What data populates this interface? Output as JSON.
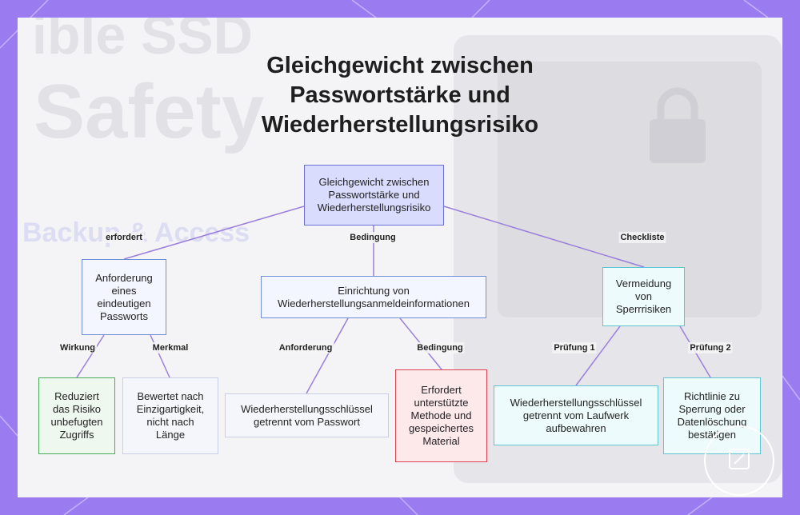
{
  "title": "Gleichgewicht zwischen Passwortstärke und Wiederherstellungsrisiko",
  "background_text": [
    "ible SSD",
    "Safety",
    "Backup & Access"
  ],
  "colors": {
    "frame": "#9a7cf0",
    "edge": "#9b7fdc",
    "root_fill": "#d9dcfc",
    "root_border": "#6b6fd6",
    "blue_fill": "#f3f6fe",
    "blue_border": "#6f8fd8",
    "cyan_fill": "#eefbfd",
    "cyan_border": "#5ec5d4",
    "green_fill": "#eef8ee",
    "green_border": "#4aab5a",
    "red_fill": "#fde8ea",
    "red_border": "#d9434f",
    "gray_fill": "#f5f6fb",
    "gray_border": "#c9cde6"
  },
  "nodes": {
    "root": "Gleichgewicht zwischen Passwortstärke und Wiederherstellungsrisiko",
    "left": "Anforderung eines eindeutigen Passworts",
    "middle": "Einrichtung von Wiederherstellungsanmeldeinformationen",
    "right": "Vermeidung von Sperrrisiken",
    "left_a": "Reduziert das Risiko unbefugten Zugriffs",
    "left_b": "Bewertet nach Einzigartigkeit, nicht nach Länge",
    "mid_a": "Wiederherstellungsschlüssel getrennt vom Passwort",
    "mid_b": "Erfordert unterstützte Methode und gespeichertes Material",
    "right_a": "Wiederherstellungsschlüssel getrennt vom Laufwerk aufbewahren",
    "right_b": "Richtlinie zu Sperrung oder Datenlöschung bestätigen"
  },
  "edge_labels": {
    "root_left": "erfordert",
    "root_middle": "Bedingung",
    "root_right": "Checkliste",
    "left_a": "Wirkung",
    "left_b": "Merkmal",
    "mid_a": "Anforderung",
    "mid_b": "Bedingung",
    "right_a": "Prüfung 1",
    "right_b": "Prüfung 2"
  }
}
